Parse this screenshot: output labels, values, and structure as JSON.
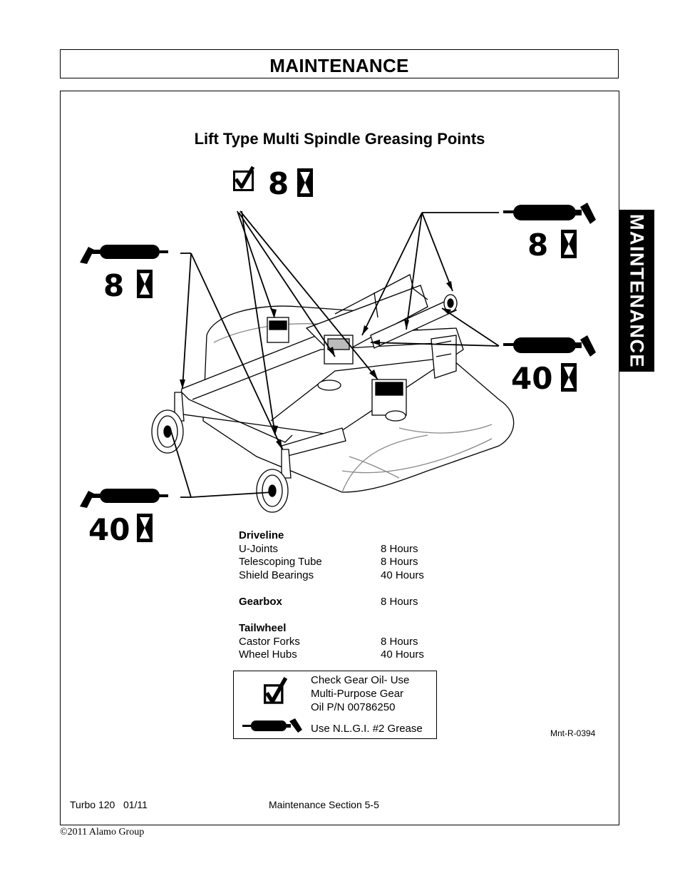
{
  "header": {
    "title": "MAINTENANCE"
  },
  "side_tab": {
    "label": "MAINTENANCE"
  },
  "figure": {
    "title": "Lift Type Multi Spindle Greasing Points",
    "labels": {
      "top_check_hours": "8",
      "top_right_hours": "8",
      "mid_right_hours": "40",
      "left_top_hours": "8",
      "left_bottom_hours": "40"
    },
    "code": "Mnt-R-0394"
  },
  "schedule": {
    "driveline": {
      "heading": "Driveline",
      "items": [
        {
          "label": "U-Joints",
          "value": "8 Hours"
        },
        {
          "label": "Telescoping Tube",
          "value": "8 Hours"
        },
        {
          "label": "Shield Bearings",
          "value": "40 Hours"
        }
      ]
    },
    "gearbox": {
      "heading": "Gearbox",
      "value": "8 Hours"
    },
    "tailwheel": {
      "heading": "Tailwheel",
      "items": [
        {
          "label": "Castor Forks",
          "value": "8 Hours"
        },
        {
          "label": "Wheel Hubs",
          "value": "40 Hours"
        }
      ]
    }
  },
  "legend": {
    "check_line1": "Check Gear Oil- Use",
    "check_line2": "Multi-Purpose Gear",
    "check_line3": "Oil P/N 00786250",
    "grease_text": "Use N.L.G.I. #2 Grease"
  },
  "footer": {
    "left": "Turbo 120   01/11",
    "middle": "Maintenance Section 5-5",
    "copyright": "©2011 Alamo Group"
  }
}
